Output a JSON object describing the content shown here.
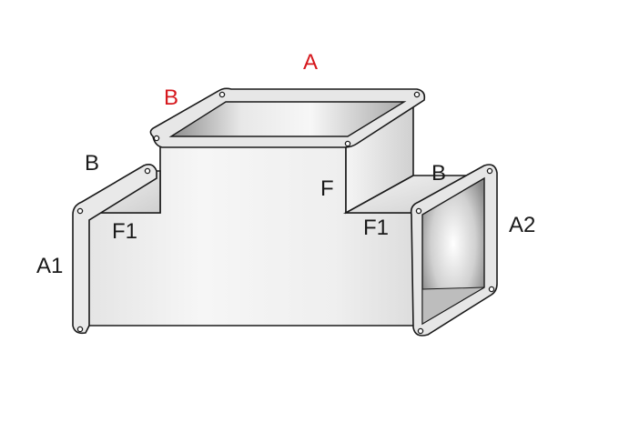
{
  "diagram": {
    "subject": "rectangular duct tee fitting",
    "colors": {
      "outline": "#1a1a1a",
      "highlight_label": "#d6181d",
      "label": "#1a1a1a",
      "metal_light": "#f2f2f2",
      "metal_mid": "#d9d9d9",
      "metal_dark": "#9a9a9a"
    },
    "labels": {
      "top_width": "A",
      "top_depth": "B",
      "left_depth": "B",
      "left_height": "A1",
      "left_offset": "F1",
      "branch_offset": "F",
      "right_offset": "F1",
      "right_depth": "B",
      "right_height": "A2"
    }
  }
}
